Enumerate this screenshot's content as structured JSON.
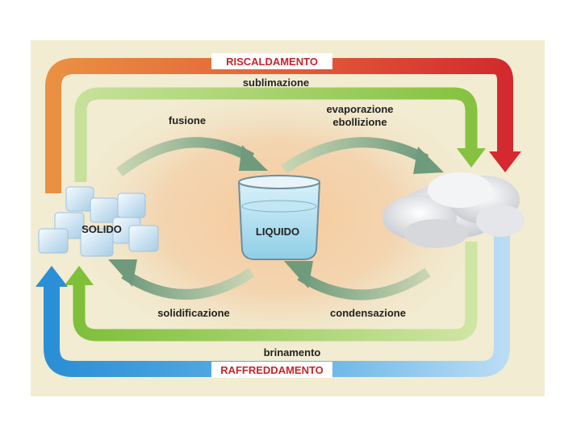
{
  "diagram": {
    "labels": {
      "riscaldamento": "RISCALDAMENTO",
      "raffreddamento": "RAFFREDDAMENTO",
      "sublimazione": "sublimazione",
      "brinamento": "brinamento",
      "fusione": "fusione",
      "evaporazione_line1": "evaporazione",
      "evaporazione_line2": "ebollizione",
      "solidificazione": "solidificazione",
      "condensazione": "condensazione",
      "solido": "SOLIDO",
      "liquido": "LIQUIDO"
    },
    "icons": {
      "solid": "ice-cubes-icon",
      "liquid": "beaker-icon",
      "gas": "cloud-icon"
    },
    "colors": {
      "panel_bg": "#f2ecd2",
      "glow": "#f4cfa0",
      "heating_orange": "#e8883a",
      "heating_red": "#d6282e",
      "cooling_blue": "#2a8fd6",
      "cooling_light_blue": "#a8d4f2",
      "green_dark": "#7fbf3a",
      "green_light": "#c9e29a",
      "teal_arrow": "#8aa88c",
      "label_red": "#c8232b",
      "water": "#a9dcef"
    }
  }
}
